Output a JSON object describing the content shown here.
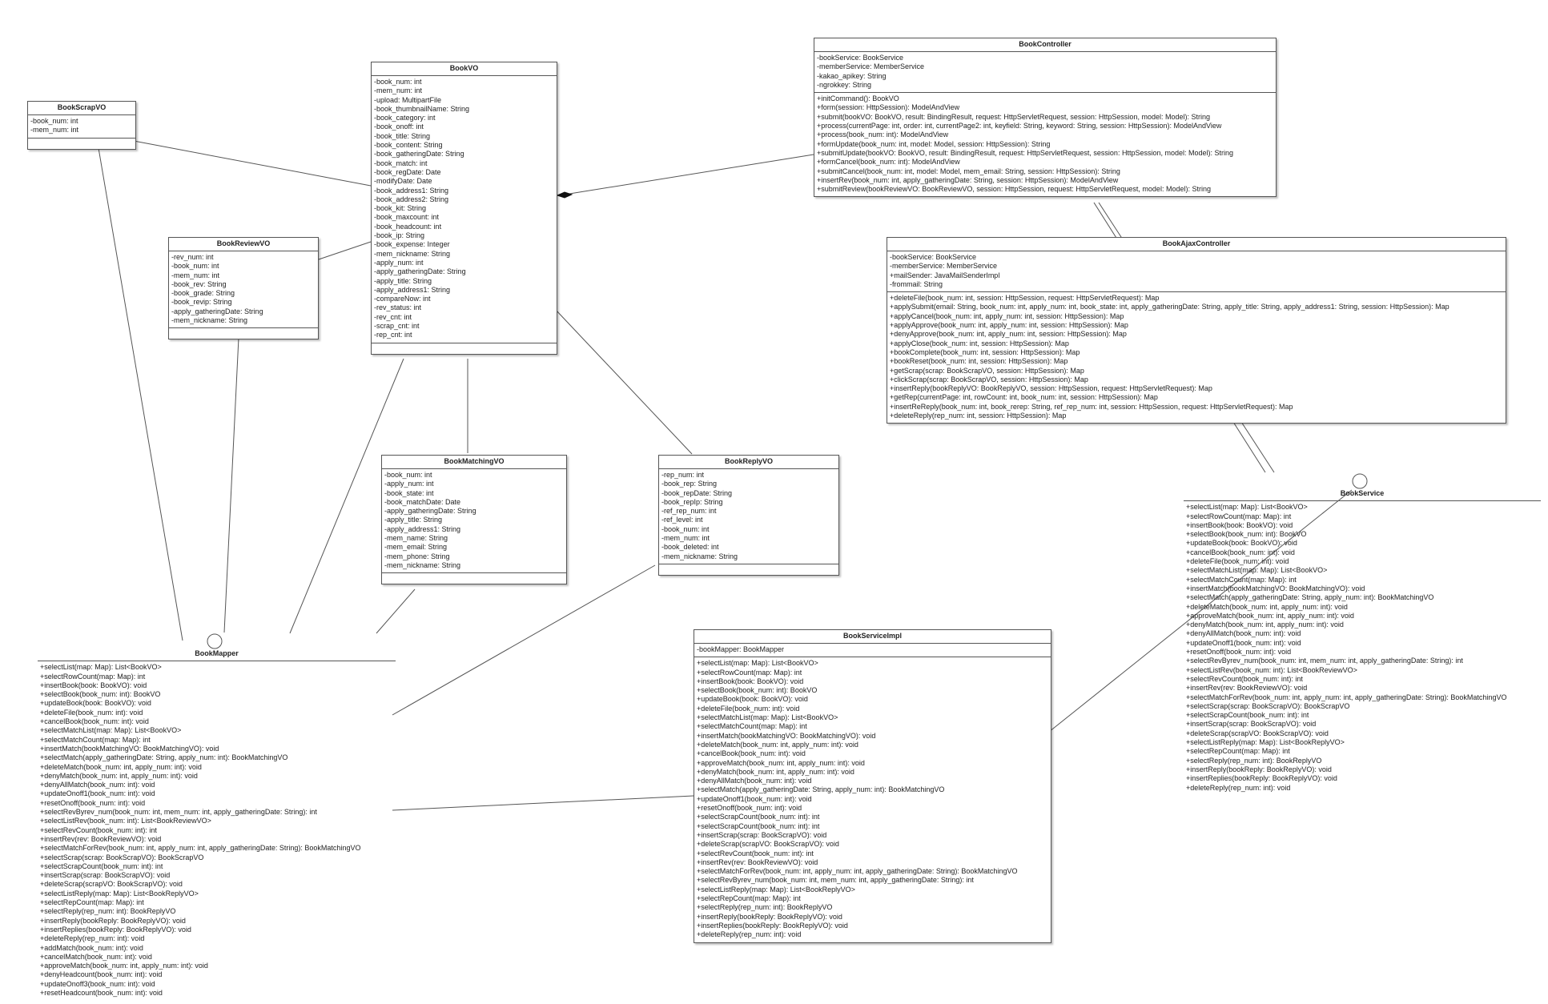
{
  "classes": {
    "bookScrapVO": {
      "name": "BookScrapVO",
      "attrs": [
        "-book_num: int",
        "-mem_num: int"
      ],
      "ops": []
    },
    "bookVO": {
      "name": "BookVO",
      "attrs": [
        "-book_num: int",
        "-mem_num: int",
        "-upload: MultipartFile",
        "-book_thumbnailName: String",
        "-book_category: int",
        "-book_onoff: int",
        "-book_title: String",
        "-book_content: String",
        "-book_gatheringDate: String",
        "-book_match: int",
        "-book_regDate: Date",
        "-modifyDate: Date",
        "-book_address1: String",
        "-book_address2: String",
        "-book_kit: String",
        "-book_maxcount: int",
        "-book_headcount: int",
        "-book_ip: String",
        "-book_expense: Integer",
        "-mem_nickname: String",
        "-apply_num: int",
        "-apply_gatheringDate: String",
        "-apply_title: String",
        "-apply_address1: String",
        "-compareNow: int",
        "-rev_status: int",
        "-rev_cnt: int",
        "-scrap_cnt: int",
        "-rep_cnt: int"
      ],
      "ops": []
    },
    "bookController": {
      "name": "BookController",
      "attrs": [
        "-bookService: BookService",
        "-memberService: MemberService",
        "-kakao_apikey: String",
        "-ngrokkey: String"
      ],
      "ops": [
        "+initCommand(): BookVO",
        "+form(session: HttpSession): ModelAndView",
        "+submit(bookVO: BookVO, result: BindingResult, request: HttpServletRequest, session: HttpSession, model: Model): String",
        "+process(currentPage: int, order: int, currentPage2: int, keyfield: String, keyword: String, session: HttpSession): ModelAndView",
        "+process(book_num: int): ModelAndView",
        "+formUpdate(book_num: int, model: Model, session: HttpSession): String",
        "+submitUpdate(bookVO: BookVO, result: BindingResult, request: HttpServletRequest, session: HttpSession, model: Model): String",
        "+formCancel(book_num: int): ModelAndView",
        "+submitCancel(book_num: int, model: Model, mem_email: String, session: HttpSession): String",
        "+insertRev(book_num: int, apply_gatheringDate: String, session: HttpSession): ModelAndView",
        "+submitReview(bookReviewVO: BookReviewVO, session: HttpSession, request: HttpServletRequest, model: Model): String"
      ]
    },
    "bookReviewVO": {
      "name": "BookReviewVO",
      "attrs": [
        "-rev_num: int",
        "-book_num: int",
        "-mem_num: int",
        "-book_rev: String",
        "-book_grade: String",
        "-book_revip: String",
        "-apply_gatheringDate: String",
        "-mem_nickname: String"
      ],
      "ops": []
    },
    "bookAjaxController": {
      "name": "BookAjaxController",
      "attrs": [
        "-bookService: BookService",
        "-memberService: MemberService",
        "+mailSender: JavaMailSenderImpl",
        "-frommail: String"
      ],
      "ops": [
        "+deleteFile(book_num: int, session: HttpSession, request: HttpServletRequest): Map",
        "+applySubmit(email: String, book_num: int, apply_num: int, book_state: int, apply_gatheringDate: String, apply_title: String, apply_address1: String, session: HttpSession): Map",
        "+applyCancel(book_num: int, apply_num: int, session: HttpSession): Map",
        "+applyApprove(book_num: int, apply_num: int, session: HttpSession): Map",
        "+denyApprove(book_num: int, apply_num: int, session: HttpSession): Map",
        "+applyClose(book_num: int, session: HttpSession): Map",
        "+bookComplete(book_num: int, session: HttpSession): Map",
        "+bookReset(book_num: int, session: HttpSession): Map",
        "+getScrap(scrap: BookScrapVO, session: HttpSession): Map",
        "+clickScrap(scrap: BookScrapVO, session: HttpSession): Map",
        "+insertReply(bookReplyVO: BookReplyVO, session: HttpSession, request: HttpServletRequest): Map",
        "+getRep(currentPage: int, rowCount: int, book_num: int, session: HttpSession): Map",
        "+insertReReply(book_num: int, book_rerep: String, ref_rep_num: int, session: HttpSession, request: HttpServletRequest): Map",
        "+deleteReply(rep_num: int, session: HttpSession): Map"
      ]
    },
    "bookMatchingVO": {
      "name": "BookMatchingVO",
      "attrs": [
        "-book_num: int",
        "-apply_num: int",
        "-book_state: int",
        "-book_matchDate: Date",
        "-apply_gatheringDate: String",
        "-apply_title: String",
        "-apply_address1: String",
        "-mem_name: String",
        "-mem_email: String",
        "-mem_phone: String",
        "-mem_nickname: String"
      ],
      "ops": []
    },
    "bookReplyVO": {
      "name": "BookReplyVO",
      "attrs": [
        "-rep_num: int",
        "-book_rep: String",
        "-book_repDate: String",
        "-book_repIp: String",
        "-ref_rep_num: int",
        "-ref_level: int",
        "-book_num: int",
        "-mem_num: int",
        "-book_deleted: int",
        "-mem_nickname: String"
      ],
      "ops": []
    },
    "bookServiceImpl": {
      "name": "BookServiceImpl",
      "attrs": [
        "-bookMapper: BookMapper"
      ],
      "ops": [
        "+selectList(map: Map): List<BookVO>",
        "+selectRowCount(map: Map): int",
        "+insertBook(book: BookVO): void",
        "+selectBook(book_num: int): BookVO",
        "+updateBook(book: BookVO): void",
        "+deleteFile(book_num: int): void",
        "+selectMatchList(map: Map): List<BookVO>",
        "+selectMatchCount(map: Map): int",
        "+insertMatch(bookMatchingVO: BookMatchingVO): void",
        "+deleteMatch(book_num: int, apply_num: int): void",
        "+cancelBook(book_num: int): void",
        "+approveMatch(book_num: int, apply_num: int): void",
        "+denyMatch(book_num: int, apply_num: int): void",
        "+denyAllMatch(book_num: int): void",
        "+selectMatch(apply_gatheringDate: String, apply_num: int): BookMatchingVO",
        "+updateOnoff1(book_num: int): void",
        "+resetOnoff(book_num: int): void",
        "+selectScrapCount(book_num: int): int",
        "+selectScrapCount(book_num: int): int",
        "+insertScrap(scrap: BookScrapVO): void",
        "+deleteScrap(scrapVO: BookScrapVO): void",
        "+selectRevCount(book_num: int): int",
        "+insertRev(rev: BookReviewVO): void",
        "+selectMatchForRev(book_num: int, apply_num: int, apply_gatheringDate: String): BookMatchingVO",
        "+selectRevByrev_num(book_num: int, mem_num: int, apply_gatheringDate: String): int",
        "+selectListReply(map: Map): List<BookReplyVO>",
        "+selectRepCount(map: Map): int",
        "+selectReply(rep_num: int): BookReplyVO",
        "+insertReply(bookReply: BookReplyVO): void",
        "+insertReplies(bookReply: BookReplyVO): void",
        "+deleteReply(rep_num: int): void"
      ]
    }
  },
  "interfaces": {
    "bookMapper": {
      "name": "BookMapper",
      "ops": [
        "+selectList(map: Map): List<BookVO>",
        "+selectRowCount(map: Map): int",
        "+insertBook(book: BookVO): void",
        "+selectBook(book_num: int): BookVO",
        "+updateBook(book: BookVO): void",
        "+deleteFile(book_num: int): void",
        "+cancelBook(book_num: int): void",
        "+selectMatchList(map: Map): List<BookVO>",
        "+selectMatchCount(map: Map): int",
        "+insertMatch(bookMatchingVO: BookMatchingVO): void",
        "+selectMatch(apply_gatheringDate: String, apply_num: int): BookMatchingVO",
        "+deleteMatch(book_num: int, apply_num: int): void",
        "+denyMatch(book_num: int, apply_num: int): void",
        "+denyAllMatch(book_num: int): void",
        "+updateOnoff1(book_num: int): void",
        "+resetOnoff(book_num: int): void",
        "+selectRevByrev_num(book_num: int, mem_num: int, apply_gatheringDate: String): int",
        "+selectListRev(book_num: int): List<BookReviewVO>",
        "+selectRevCount(book_num: int): int",
        "+insertRev(rev: BookReviewVO): void",
        "+selectMatchForRev(book_num: int, apply_num: int, apply_gatheringDate: String): BookMatchingVO",
        "+selectScrap(scrap: BookScrapVO): BookScrapVO",
        "+selectScrapCount(book_num: int): int",
        "+insertScrap(scrap: BookScrapVO): void",
        "+deleteScrap(scrapVO: BookScrapVO): void",
        "+selectListReply(map: Map): List<BookReplyVO>",
        "+selectRepCount(map: Map): int",
        "+selectReply(rep_num: int): BookReplyVO",
        "+insertReply(bookReply: BookReplyVO): void",
        "+insertReplies(bookReply: BookReplyVO): void",
        "+deleteReply(rep_num: int): void",
        "+addMatch(book_num: int): void",
        "+cancelMatch(book_num: int): void",
        "+approveMatch(book_num: int, apply_num: int): void",
        "+denyHeadcount(book_num: int): void",
        "+updateOnoff3(book_num: int): void",
        "+resetHeadcount(book_num: int): void"
      ]
    },
    "bookService": {
      "name": "BookService",
      "ops": [
        "+selectList(map: Map): List<BookVO>",
        "+selectRowCount(map: Map): int",
        "+insertBook(book: BookVO): void",
        "+selectBook(book_num: int): BookVO",
        "+updateBook(book: BookVO): void",
        "+cancelBook(book_num: int): void",
        "+deleteFile(book_num: int): void",
        "+selectMatchList(map: Map): List<BookVO>",
        "+selectMatchCount(map: Map): int",
        "+insertMatch(bookMatchingVO: BookMatchingVO): void",
        "+selectMatch(apply_gatheringDate: String, apply_num: int): BookMatchingVO",
        "+deleteMatch(book_num: int, apply_num: int): void",
        "+approveMatch(book_num: int, apply_num: int): void",
        "+denyMatch(book_num: int, apply_num: int): void",
        "+denyAllMatch(book_num: int): void",
        "+updateOnoff1(book_num: int): void",
        "+resetOnoff(book_num: int): void",
        "+selectRevByrev_num(book_num: int, mem_num: int, apply_gatheringDate: String): int",
        "+selectListRev(book_num: int): List<BookReviewVO>",
        "+selectRevCount(book_num: int): int",
        "+insertRev(rev: BookReviewVO): void",
        "+selectMatchForRev(book_num: int, apply_num: int, apply_gatheringDate: String): BookMatchingVO",
        "+selectScrap(scrap: BookScrapVO): BookScrapVO",
        "+selectScrapCount(book_num: int): int",
        "+insertScrap(scrap: BookScrapVO): void",
        "+deleteScrap(scrapVO: BookScrapVO): void",
        "+selectListReply(map: Map): List<BookReplyVO>",
        "+selectRepCount(map: Map): int",
        "+selectReply(rep_num: int): BookReplyVO",
        "+insertReply(bookReply: BookReplyVO): void",
        "+insertReplies(bookReply: BookReplyVO): void",
        "+deleteReply(rep_num: int): void"
      ]
    }
  }
}
